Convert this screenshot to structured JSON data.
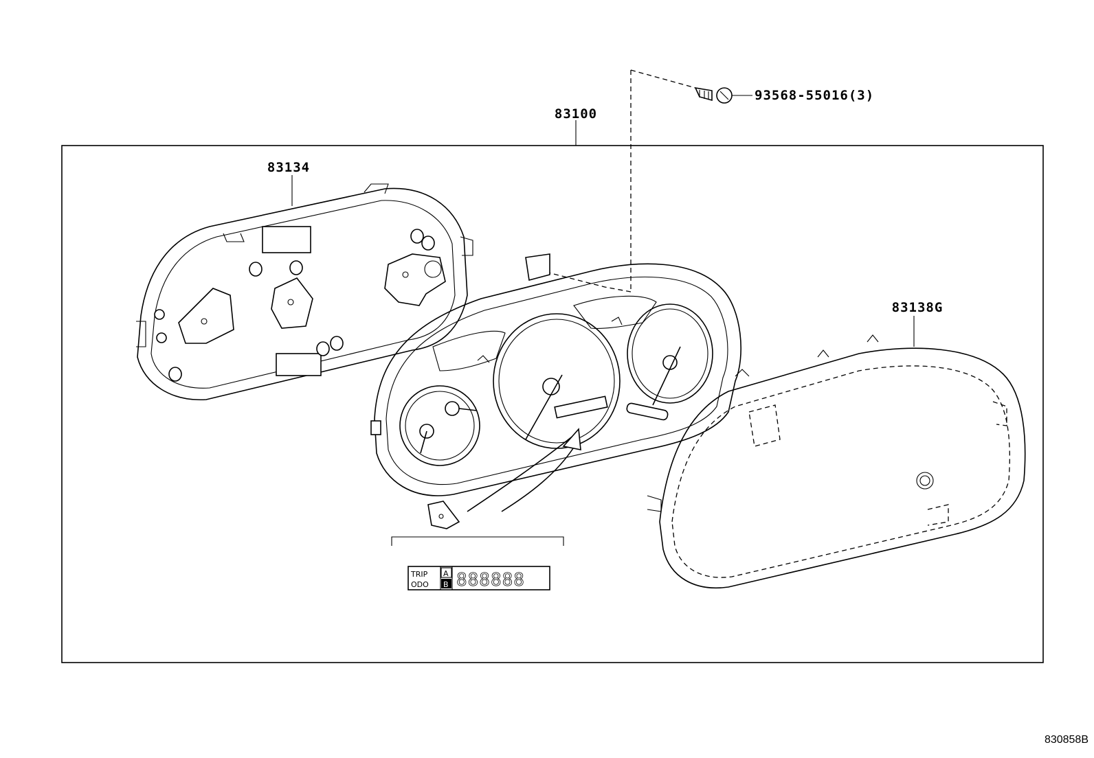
{
  "diagram": {
    "callouts": {
      "assembly": "83100",
      "back_housing": "83134",
      "meter_glass": "83138G",
      "screw": "93568-55016(3)"
    },
    "odometer_display": {
      "trip": "TRIP",
      "odo": "ODO",
      "button_a": "A",
      "button_b": "B",
      "digits": "888888"
    },
    "figure_code": "830858B"
  }
}
